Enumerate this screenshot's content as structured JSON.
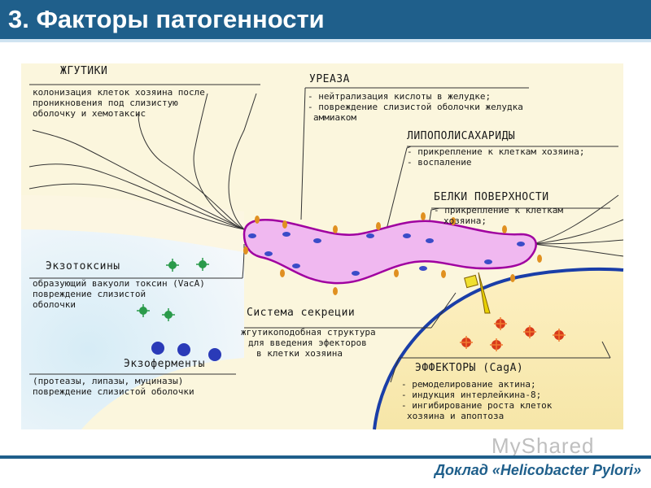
{
  "slide": {
    "title": "3. Факторы патогенности",
    "footer": "Доклад «Helicobacter Pylori»",
    "watermark": "MyShared"
  },
  "colors": {
    "header": "#1f5f8b",
    "bacterium_fill": "#f0b8f0",
    "bacterium_outline": "#a000a0",
    "host_cell_outline": "#1a3ea8",
    "exotoxin": "#2a9a4a",
    "exoenzyme": "#2a3ab8",
    "effector": "#d83a1a"
  },
  "labels": {
    "flagella": {
      "title": "ЖГУТИКИ",
      "lines": [
        "колонизация клеток хозяина после",
        "проникновения под слизистую",
        "оболочку и хемотаксис"
      ]
    },
    "urease": {
      "title": "УРЕАЗА",
      "lines": [
        "- нейтрализация кислоты в желудке;",
        "- повреждение слизистой оболочки желудка",
        "аммиаком"
      ]
    },
    "lps": {
      "title": "ЛИПОПОЛИСАХАРИДЫ",
      "lines": [
        "- прикрепление к клеткам хозяина;",
        "- воспаление"
      ]
    },
    "surface_proteins": {
      "title": "БЕЛКИ ПОВЕРХНОСТИ",
      "lines": [
        "- прикрепление к клеткам",
        "хозяина;"
      ]
    },
    "exotoxins": {
      "title": "Экзотоксины",
      "lines": [
        "образующий вакуоли токсин (VacA)",
        "повреждение слизистой",
        "оболочки"
      ]
    },
    "secretion": {
      "title": "Система секреции",
      "lines": [
        "жгутикоподобная структура",
        "для введения эфекторов",
        "в клетки хозяина"
      ]
    },
    "exoenzymes": {
      "title": "Экзоферменты",
      "lines": [
        "(протеазы, липазы, муциназы)",
        "повреждение слизистой оболочки"
      ]
    },
    "effectors": {
      "title": "ЭФФЕКТОРЫ (CagA)",
      "lines": [
        "- ремоделирование актина;",
        "- индукция интерлейкина-8;",
        "- ингибирование роста клеток",
        "хозяина и апоптоза"
      ]
    }
  }
}
